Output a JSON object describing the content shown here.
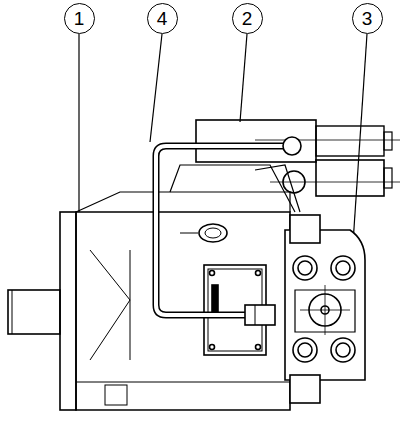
{
  "diagram": {
    "nodes": [
      {
        "text": [
          "1"
        ]
      },
      {
        "text": [
          "4"
        ]
      },
      {
        "text": [
          "2"
        ]
      },
      {
        "text": [
          "3"
        ]
      }
    ]
  }
}
